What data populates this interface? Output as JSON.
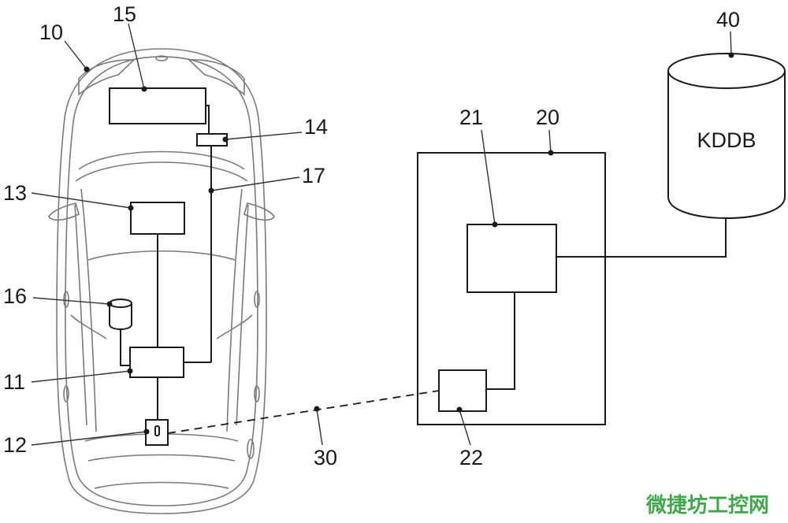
{
  "labels": {
    "vehicle": "10",
    "unit_11": "11",
    "unit_12": "12",
    "unit_13": "13",
    "unit_14": "14",
    "unit_15": "15",
    "unit_16": "16",
    "bus_17": "17",
    "server_20": "20",
    "unit_21": "21",
    "unit_22": "22",
    "link_30": "30",
    "database_40": "40"
  },
  "database_label": "KDDB",
  "watermark": "微捷坊工控网",
  "colors": {
    "line": "#1a1a1a",
    "car_outline": "#7a7a7a",
    "watermark": "#3fa84a"
  }
}
